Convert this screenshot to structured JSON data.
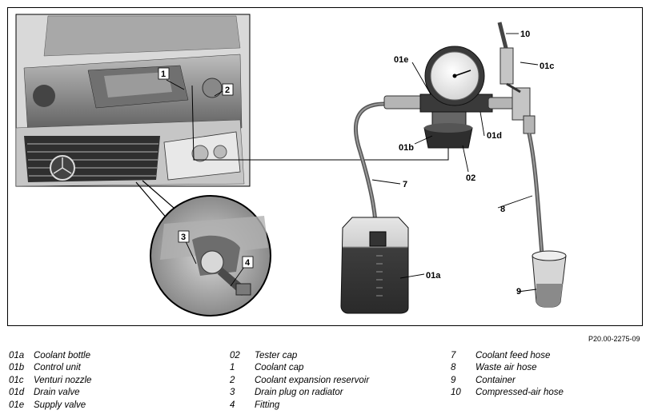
{
  "figure_ref": "P20.00-2275-09",
  "labels": {
    "l1": "1",
    "l2": "2",
    "l3": "3",
    "l4": "4",
    "l01a": "01a",
    "l01b": "01b",
    "l01c": "01c",
    "l01d": "01d",
    "l01e": "01e",
    "l02": "02",
    "l7": "7",
    "l8": "8",
    "l9": "9",
    "l10": "10"
  },
  "legend": {
    "col1": [
      {
        "code": "01a",
        "text": "Coolant bottle"
      },
      {
        "code": "01b",
        "text": "Control unit"
      },
      {
        "code": "01c",
        "text": "Venturi nozzle"
      },
      {
        "code": "01d",
        "text": "Drain valve"
      },
      {
        "code": "01e",
        "text": "Supply valve"
      }
    ],
    "col2": [
      {
        "code": "02",
        "text": "Tester cap"
      },
      {
        "code": "1",
        "text": "Coolant cap"
      },
      {
        "code": "2",
        "text": "Coolant expansion reservoir"
      },
      {
        "code": "3",
        "text": "Drain plug on radiator"
      },
      {
        "code": "4",
        "text": "Fitting"
      }
    ],
    "col3": [
      {
        "code": "7",
        "text": "Coolant feed hose"
      },
      {
        "code": "8",
        "text": "Waste air hose"
      },
      {
        "code": "9",
        "text": "Container"
      },
      {
        "code": "10",
        "text": "Compressed-air hose"
      }
    ]
  }
}
